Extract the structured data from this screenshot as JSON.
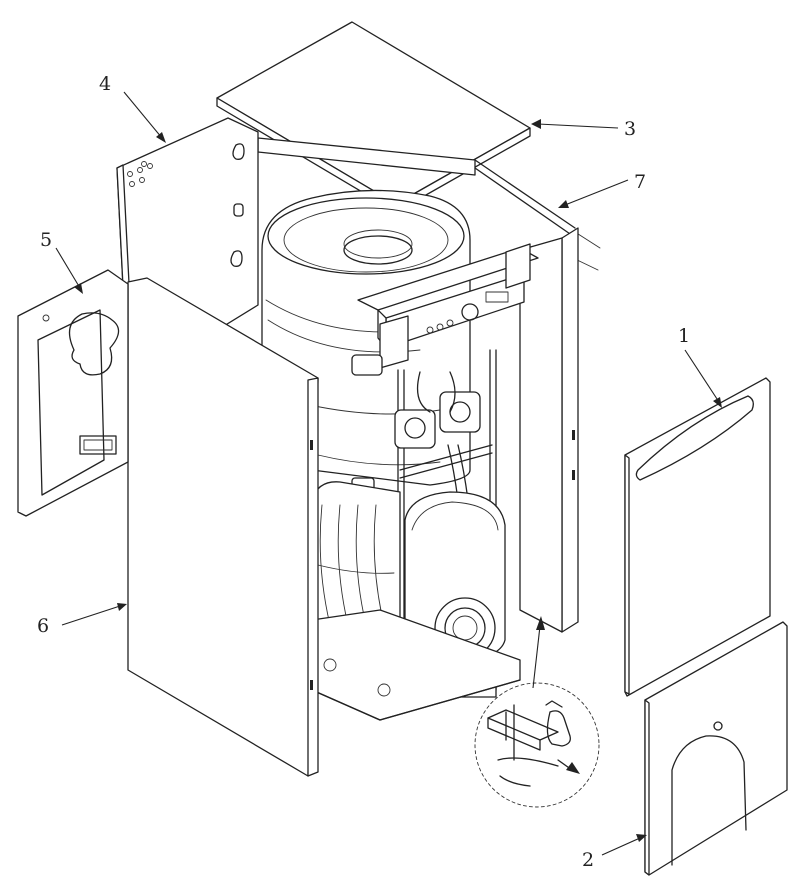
{
  "labels": {
    "l1": "1",
    "l2": "2",
    "l3": "3",
    "l4": "4",
    "l5": "5",
    "l6": "6",
    "l7": "7"
  },
  "colors": {
    "line": "#222222",
    "background": "#ffffff"
  }
}
